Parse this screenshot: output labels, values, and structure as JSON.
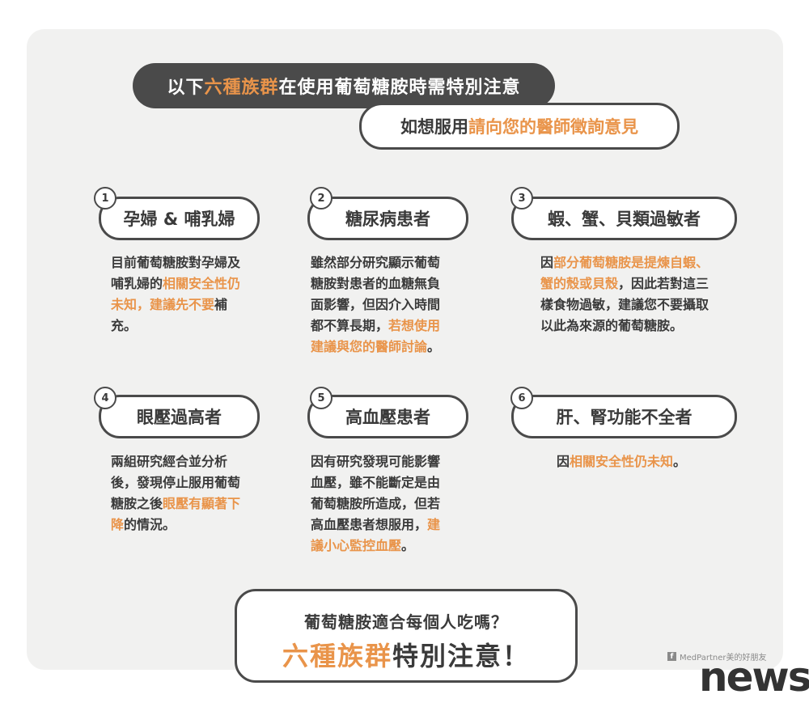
{
  "header": {
    "line1_pre": "以下",
    "line1_highlight": "六種族群",
    "line1_post": "在使用葡萄糖胺時需特別注意",
    "line2_pre": "如想服用",
    "line2_highlight": "請向您的醫師徵詢意見"
  },
  "groups": [
    {
      "num": "1",
      "title": "孕婦 & 哺乳婦",
      "desc_pre": "目前葡萄糖胺對孕婦及哺乳婦的",
      "desc_hl": "相關安全性仍未知，建議先不要",
      "desc_post": "補充。"
    },
    {
      "num": "2",
      "title": "糖尿病患者",
      "desc_pre": "雖然部分研究顯示葡萄糖胺對患者的血糖無負面影響，但因介入時間都不算長期，",
      "desc_hl": "若想使用建議與您的醫師討論",
      "desc_post": "。"
    },
    {
      "num": "3",
      "title": "蝦、蟹、貝類過敏者",
      "desc_pre": "因",
      "desc_hl": "部分葡萄糖胺是提煉自蝦、蟹的殼或貝殼",
      "desc_post": "，因此若對這三樣食物過敏，建議您不要攝取以此為來源的葡萄糖胺。"
    },
    {
      "num": "4",
      "title": "眼壓過高者",
      "desc_pre": "兩組研究經合並分析後，發現停止服用葡萄糖胺之後",
      "desc_hl": "眼壓有顯著下降",
      "desc_post": "的情況。"
    },
    {
      "num": "5",
      "title": "高血壓患者",
      "desc_pre": "因有研究發現可能影響血壓，雖不能斷定是由葡萄糖胺所造成，但若高血壓患者想服用，",
      "desc_hl": "建議小心監控血壓",
      "desc_post": "。"
    },
    {
      "num": "6",
      "title": "肝、腎功能不全者",
      "desc_pre": "因",
      "desc_hl": "相關安全性仍未知",
      "desc_post": "。"
    }
  ],
  "footer": {
    "line1": "葡萄糖胺適合每個人吃嗎？",
    "line2_highlight": "六種族群",
    "line2_post": "特別注意！"
  },
  "credit": "MedPartner美的好朋友",
  "watermark": "news",
  "colors": {
    "accent": "#e9944a",
    "dark": "#4a4a4a",
    "card": "#f1f1f0"
  }
}
